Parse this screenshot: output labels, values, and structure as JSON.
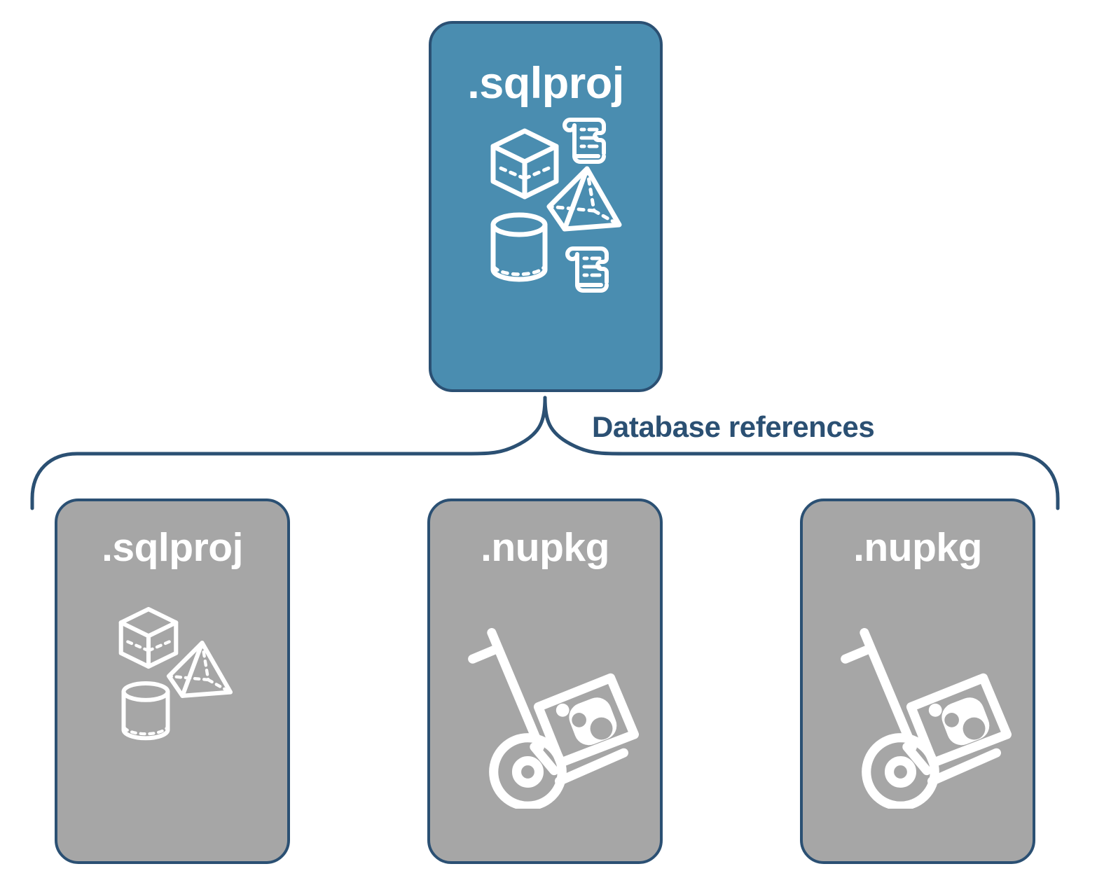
{
  "diagram": {
    "title_text": "Database references",
    "colors": {
      "root_fill": "#4a8db0",
      "child_fill": "#a6a6a6",
      "stroke": "#2b5073",
      "icon": "#ffffff",
      "background": "#ffffff"
    }
  },
  "root": {
    "label": ".sqlproj",
    "icons": [
      "cube-icon",
      "pyramid-icon",
      "cylinder-icon",
      "script-scroll-icon",
      "script-scroll-icon"
    ]
  },
  "connector": {
    "label": "Database references",
    "style": "curly-brace"
  },
  "children": [
    {
      "label": ".sqlproj",
      "icons": [
        "cube-icon",
        "pyramid-icon",
        "cylinder-icon"
      ]
    },
    {
      "label": ".nupkg",
      "icons": [
        "hand-truck-package-icon"
      ]
    },
    {
      "label": ".nupkg",
      "icons": [
        "hand-truck-package-icon"
      ]
    }
  ]
}
